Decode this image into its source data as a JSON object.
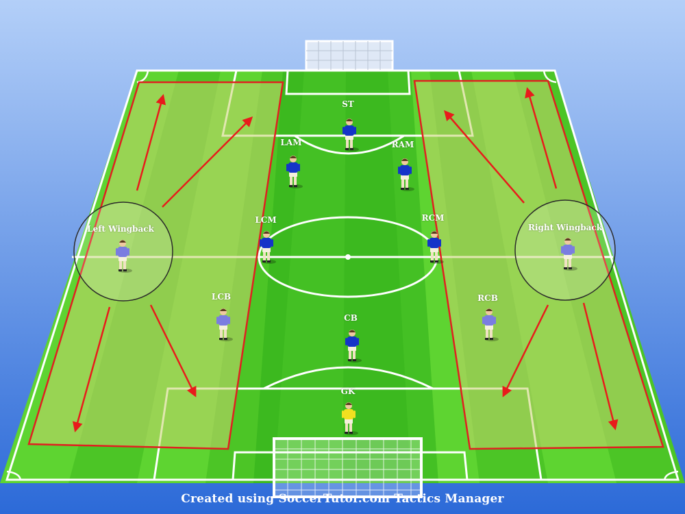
{
  "colors": {
    "sky_top": "#a9c9f7",
    "sky_bottom": "#2f6fdc",
    "pitch_light": "#5fcf2e",
    "pitch_dark": "#3fb81c",
    "zone_fill": "#b7c96a",
    "zone_border": "#e02020",
    "arrow": "#e81b1b",
    "blue_team": "#1434c8",
    "wingback_team": "#7a7de0",
    "goalkeeper": "#f0e020",
    "lines": "#ffffff"
  },
  "positions": {
    "st": "ST",
    "lam": "LAM",
    "ram": "RAM",
    "lcm": "LCM",
    "rcm": "RCM",
    "left_wingback": "Left Wingback",
    "right_wingback": "Right Wingback",
    "lcb": "LCB",
    "rcb": "RCB",
    "cb": "CB",
    "gk": "GK"
  },
  "credit": "Created using SoccerTutor.com Tactics Manager"
}
